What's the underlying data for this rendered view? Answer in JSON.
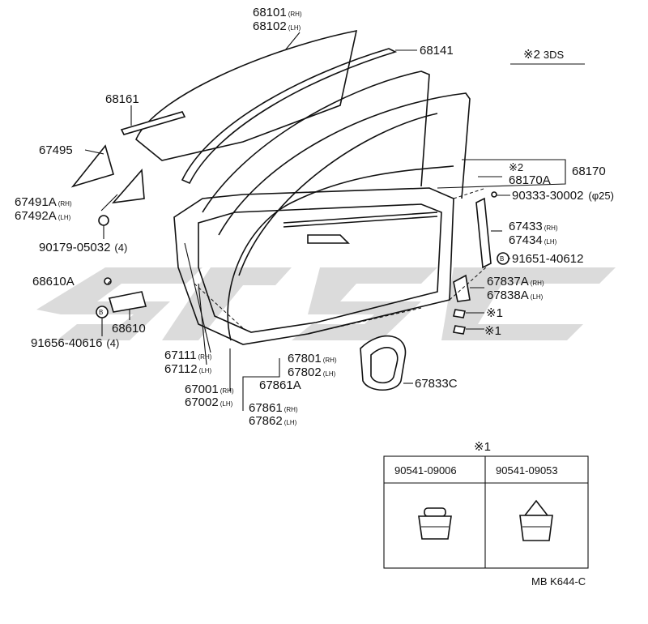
{
  "diagram": {
    "labels": {
      "glass": "68101",
      "glass_sfx": "(RH)",
      "glass2": "68102",
      "glass2_sfx": "(LH)",
      "run": "68141",
      "variant": "※2",
      "variant_sub": "3DS",
      "belt": "68161",
      "mirror_cover": "67495",
      "mirror_rh": "67491A",
      "mirror_rh_sfx": "(RH)",
      "mirror_lh": "67492A",
      "mirror_lh_sfx": "(LH)",
      "bolt1": "90179-05032",
      "bolt1_qty": "(4)",
      "hinge_bolt": "68610A",
      "hinge": "68610",
      "bolt2": "91656-40616",
      "bolt2_qty": "(4)",
      "panel_rh": "67111",
      "panel_rh_sfx": "(RH)",
      "panel_lh": "67112",
      "panel_lh_sfx": "(LH)",
      "door_rh": "67001",
      "door_rh_sfx": "(RH)",
      "door_lh": "67002",
      "door_lh_sfx": "(LH)",
      "ws_rh": "67861",
      "ws_rh_sfx": "(RH)",
      "ws_lh": "67862",
      "ws_lh_sfx": "(LH)",
      "clip_a": "67861A",
      "seal_rh": "67801",
      "seal_rh_sfx": "(RH)",
      "seal_lh": "67802",
      "seal_lh_sfx": "(LH)",
      "hole_cover": "67833C",
      "channel": "68170",
      "channel_mark": "※2",
      "channel_a": "68170A",
      "screw": "90333-30002",
      "screw_dim": "(φ25)",
      "sash_rh": "67433",
      "sash_rh_sfx": "(RH)",
      "sash_lh": "67434",
      "sash_lh_sfx": "(LH)",
      "b_mark": "B",
      "bolt3": "91651-40612",
      "cover_rh": "67837A",
      "cover_rh_sfx": "(RH)",
      "cover_lh": "67838A",
      "cover_lh_sfx": "(LH)",
      "ref1": "※1",
      "ref2": "※1"
    },
    "table": {
      "heading": "※1",
      "columns": [
        "90541-09006",
        "90541-09053"
      ]
    },
    "code": "MB K644-C"
  }
}
